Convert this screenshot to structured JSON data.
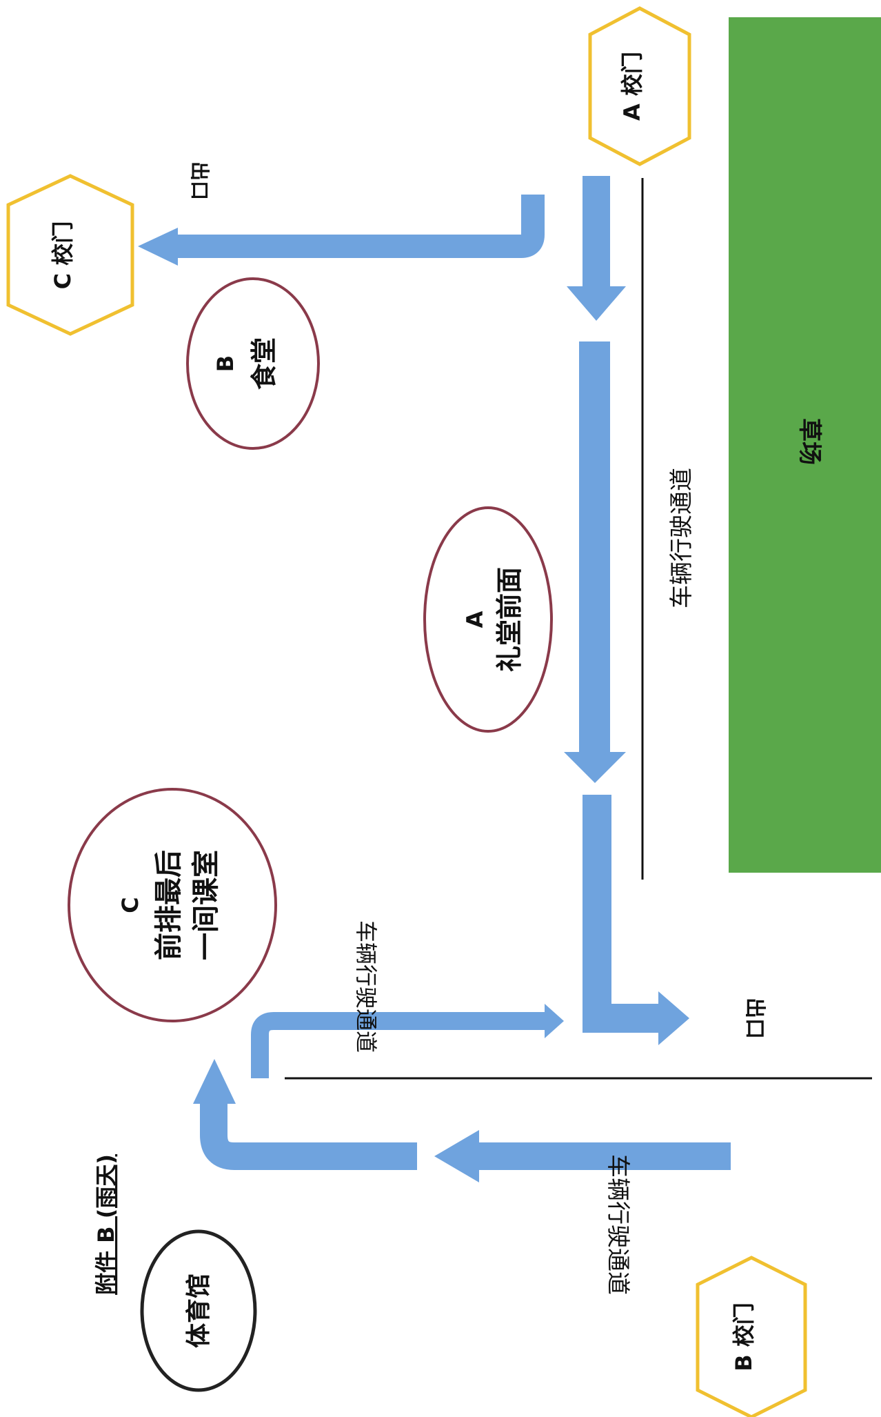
{
  "gates": {
    "a": "A 校门",
    "b": "B 校门",
    "c": "C 校门"
  },
  "zones": {
    "a_letter": "A",
    "a_name": "礼堂前面",
    "b_letter": "B",
    "b_name": "食堂",
    "c_letter": "C",
    "c_line1": "前排最后",
    "c_line2": "一间课室"
  },
  "gym": "体育馆",
  "field": "草场",
  "caption": "附件 B (雨天)",
  "exit_top": "出口",
  "exit_bottom": "出口",
  "lane_right": "车辆行驶通道",
  "lane_mid": "车辆行驶通道",
  "lane_bottom": "车辆行驶通道",
  "colors": {
    "arrow": "#6fa3de",
    "field": "#5aa84a",
    "gate_border": "#f0c030",
    "zone_border": "#8a3a4a",
    "gym_border": "#222222"
  }
}
